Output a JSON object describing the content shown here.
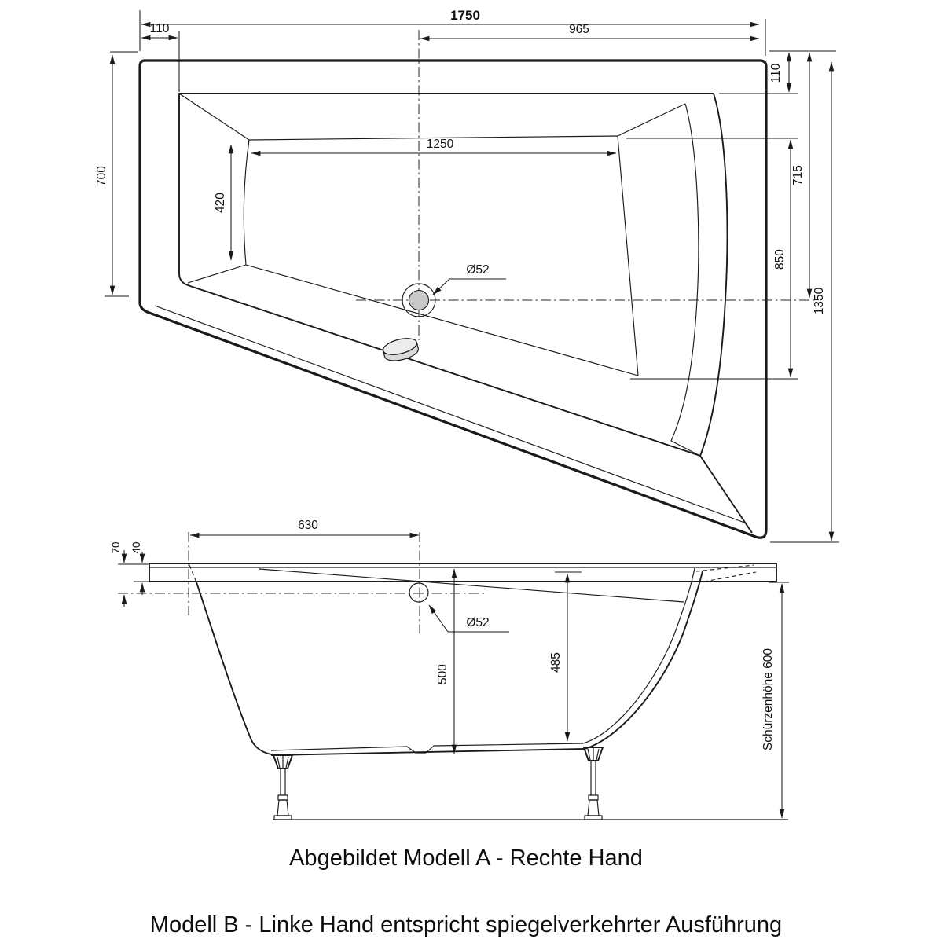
{
  "drawing": {
    "top_view": {
      "dim_overall_width": "1750",
      "dim_rim_left": "110",
      "dim_center_to_right": "965",
      "dim_rim_right": "110",
      "dim_basin_length": "1250",
      "dim_basin_width_left": "420",
      "dim_left_edge_height": "700",
      "dim_top_to_center": "715",
      "dim_basin_right_height": "850",
      "dim_overall_length": "1350",
      "drain_label": "Ø52"
    },
    "side_view": {
      "dim_drain_offset": "630",
      "dim_rim_to_center": "70",
      "dim_rim_thickness": "40",
      "drain_label": "Ø52",
      "dim_depth_front": "500",
      "dim_depth_inner": "485",
      "dim_apron_height": "Schürzenhöhe 600"
    },
    "captions": {
      "line1": "Abgebildet Modell A - Rechte Hand",
      "line2": "Modell B - Linke Hand entspricht spiegelverkehrter Ausführung"
    },
    "colors": {
      "line": "#1a1a1a",
      "background": "#ffffff",
      "drain_fill": "#c9c9c9",
      "knob_fill": "#ececec"
    }
  }
}
